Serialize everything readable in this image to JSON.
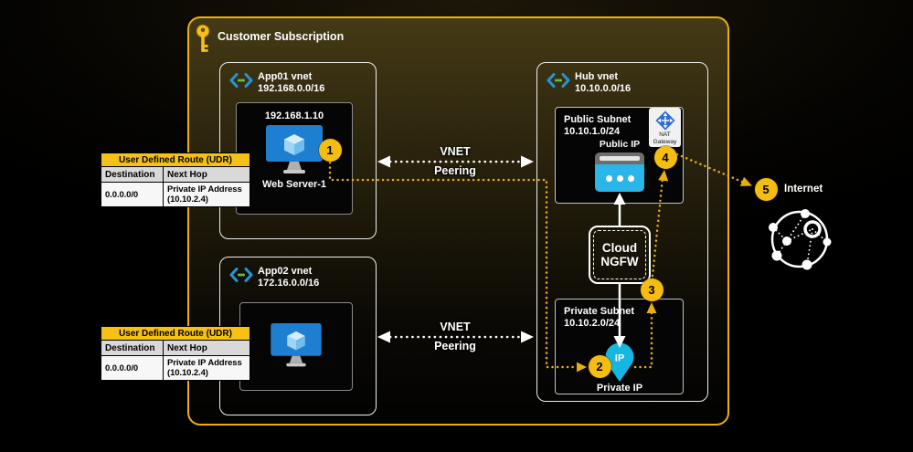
{
  "subscription": {
    "title": "Customer Subscription"
  },
  "vnets": {
    "app01": {
      "name": "App01 vnet",
      "cidr": "192.168.0.0/16",
      "server_ip": "192.168.1.10",
      "server_name": "Web Server-1"
    },
    "app02": {
      "name": "App02 vnet",
      "cidr": "172.16.0.0/16"
    },
    "hub": {
      "name": "Hub vnet",
      "cidr": "10.10.0.0/16"
    }
  },
  "public_subnet": {
    "name": "Public Subnet",
    "cidr": "10.10.1.0/24",
    "ip_label": "Public IP",
    "nat_line1": "NAT",
    "nat_line2": "Gateway"
  },
  "private_subnet": {
    "name": "Private Subnet",
    "cidr": "10.10.2.0/24",
    "ip_label": "Private IP",
    "pin_text": "IP"
  },
  "firewall": {
    "line1": "Cloud",
    "line2": "NGFW"
  },
  "peering": {
    "line1": "VNET",
    "line2": "Peering"
  },
  "internet": {
    "label": "Internet"
  },
  "steps": {
    "s1": "1",
    "s2": "2",
    "s3": "3",
    "s4": "4",
    "s5": "5"
  },
  "udr": {
    "title": "User Defined Route (UDR)",
    "col_destination": "Destination",
    "col_next_hop": "Next Hop",
    "destination": "0.0.0.0/0",
    "next_hop": "Private IP Address (10.10.2.4)"
  },
  "colors": {
    "accent_yellow": "#E9B10A",
    "badge_yellow": "#F5BD11",
    "table_yellow": "#F6C115",
    "cyan": "#2AB6E8",
    "vm_blue": "#1E7FD0",
    "nat_blue": "#2E6BD8"
  }
}
